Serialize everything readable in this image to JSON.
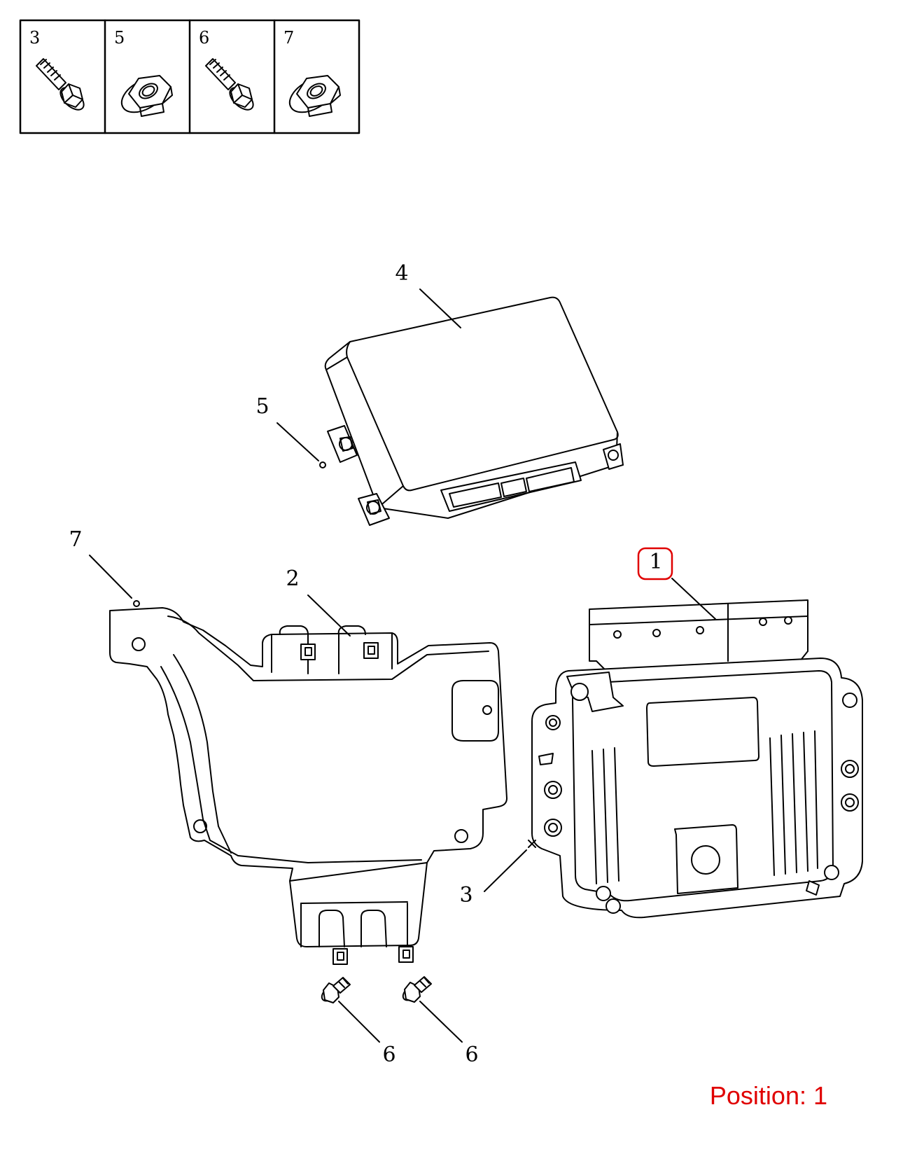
{
  "legend": {
    "items": [
      {
        "number": "3",
        "icon": "flange-bolt-icon"
      },
      {
        "number": "5",
        "icon": "flange-nut-icon"
      },
      {
        "number": "6",
        "icon": "flange-bolt-icon"
      },
      {
        "number": "7",
        "icon": "flange-nut-icon"
      }
    ]
  },
  "callouts": {
    "ecu": "1",
    "bracket": "2",
    "bolt_3": "3",
    "control_module": "4",
    "nut_5": "5",
    "bolt_6_left": "6",
    "bolt_6_right": "6",
    "nut_7": "7"
  },
  "highlight_color": "#e00000",
  "position": {
    "label": "Position: 1"
  }
}
